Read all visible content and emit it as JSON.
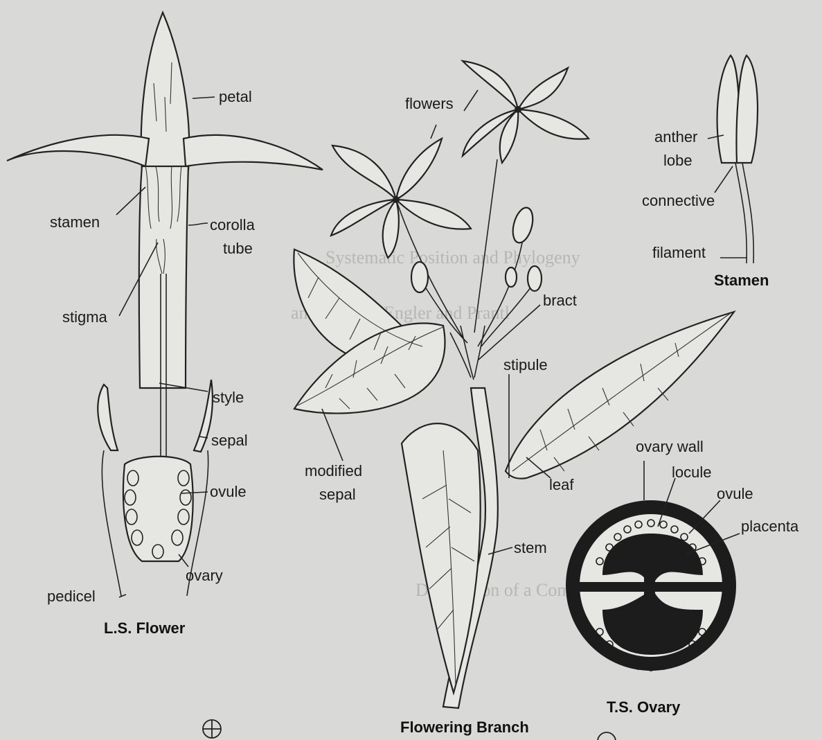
{
  "background_text": {
    "line1": "Systematic Position and Phylogeny",
    "line2": "Description of a Common Plant",
    "line3": "and Hooker, Engler and Prantl"
  },
  "ls_flower": {
    "caption": "L.S. Flower",
    "labels": {
      "petal": "petal",
      "stamen": "stamen",
      "corolla_tube_1": "corolla",
      "corolla_tube_2": "tube",
      "stigma": "stigma",
      "style": "style",
      "sepal": "sepal",
      "ovule": "ovule",
      "ovary": "ovary",
      "pedicel": "pedicel"
    }
  },
  "flowering_branch": {
    "caption": "Flowering Branch",
    "labels": {
      "flowers": "flowers",
      "bract": "bract",
      "stipule": "stipule",
      "modified_sepal_1": "modified",
      "modified_sepal_2": "sepal",
      "leaf": "leaf",
      "stem": "stem"
    }
  },
  "stamen": {
    "caption": "Stamen",
    "labels": {
      "anther_lobe_1": "anther",
      "anther_lobe_2": "lobe",
      "connective": "connective",
      "filament": "filament"
    }
  },
  "ts_ovary": {
    "caption": "T.S. Ovary",
    "labels": {
      "ovary_wall": "ovary wall",
      "locule": "locule",
      "ovule": "ovule",
      "placenta": "placenta"
    }
  },
  "symbols": {
    "actinomorphic_symbol": "⊕"
  }
}
